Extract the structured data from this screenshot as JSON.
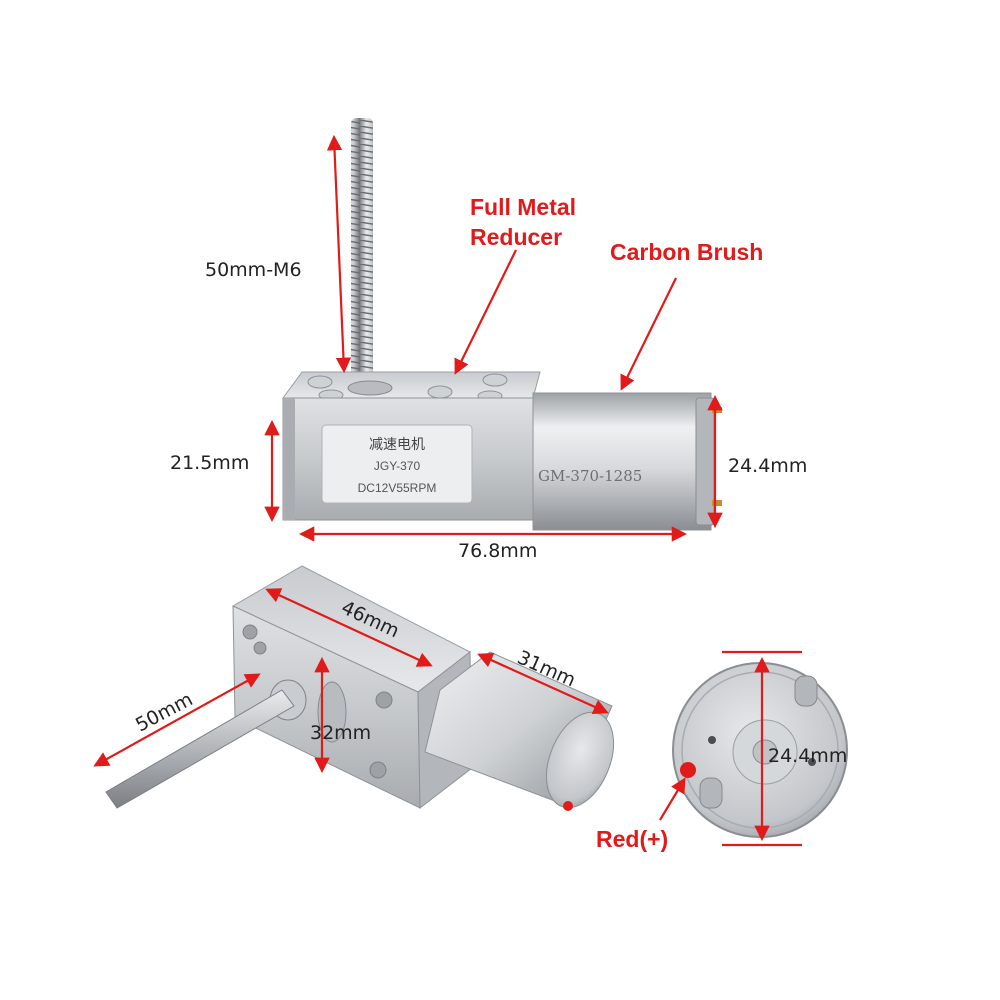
{
  "callouts": {
    "full_metal_line1": "Full Metal",
    "full_metal_line2": "Reducer",
    "carbon_brush": "Carbon Brush",
    "red_plus": "Red(+)"
  },
  "dimensions": {
    "shaft_length_thread": "50mm-M6",
    "gearbox_height": "21.5mm",
    "motor_diameter_top": "24.4mm",
    "total_length": "76.8mm",
    "gearbox_length": "46mm",
    "motor_length": "31mm",
    "shaft_length": "50mm",
    "gearbox_width": "32mm",
    "motor_diameter_end": "24.4mm"
  },
  "label_plate": {
    "line_cn": "减速电机",
    "model": "JGY-370",
    "rating": "DC12V55RPM"
  },
  "motor_engraving": "GM-370-1285",
  "colors": {
    "accent_red": "#e11a1a",
    "metal_light": "#e4e6e8",
    "metal_mid": "#bfc2c6",
    "metal_dark": "#8f9398"
  }
}
